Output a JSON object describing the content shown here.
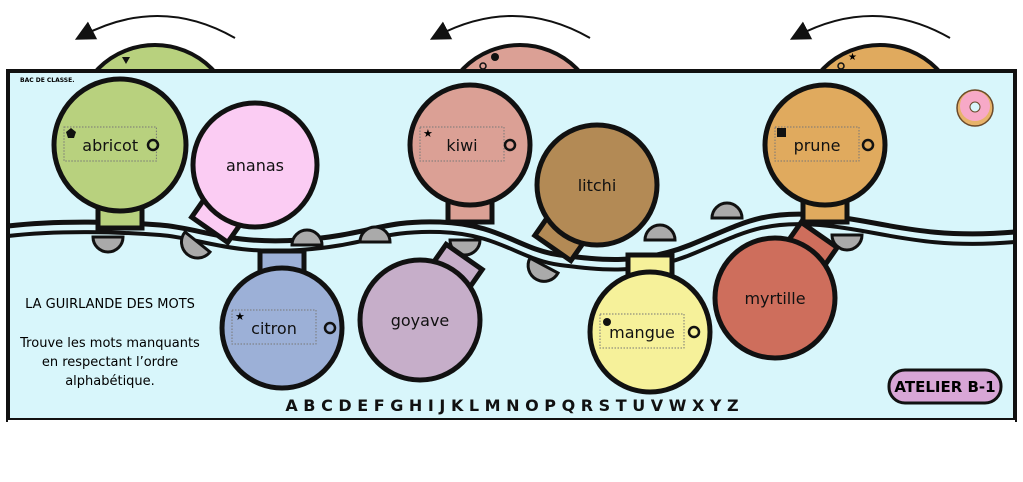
{
  "watermark": "BAC DE CLASSE.",
  "title": "LA GUIRLANDE DES MOTS",
  "instructions": [
    "Trouve les mots manquants",
    "en respectant l’ordre",
    "alphabétique."
  ],
  "alphabet": "A B C D E F G H I J K L M N O P Q R S T U V W X Y Z",
  "badge": "ATELIER B-1",
  "bulbs": [
    {
      "word": "abricot",
      "color": "#b8d17e",
      "marker": "pentagon"
    },
    {
      "word": "ananas",
      "color": "#fbccf3"
    },
    {
      "word": "kiwi",
      "color": "#dba095",
      "marker": "star"
    },
    {
      "word": "litchi",
      "color": "#b38a55"
    },
    {
      "word": "prune",
      "color": "#e0aa5e",
      "marker": "square"
    },
    {
      "word": "citron",
      "color": "#9cb0d7",
      "marker": "star"
    },
    {
      "word": "goyave",
      "color": "#c6aec9"
    },
    {
      "word": "mangue",
      "color": "#f6f19a",
      "marker": "circle"
    },
    {
      "word": "myrtille",
      "color": "#ce6e5c"
    }
  ],
  "colors": {
    "background": "#d8f6fb",
    "badge": "#d8a6d6"
  }
}
